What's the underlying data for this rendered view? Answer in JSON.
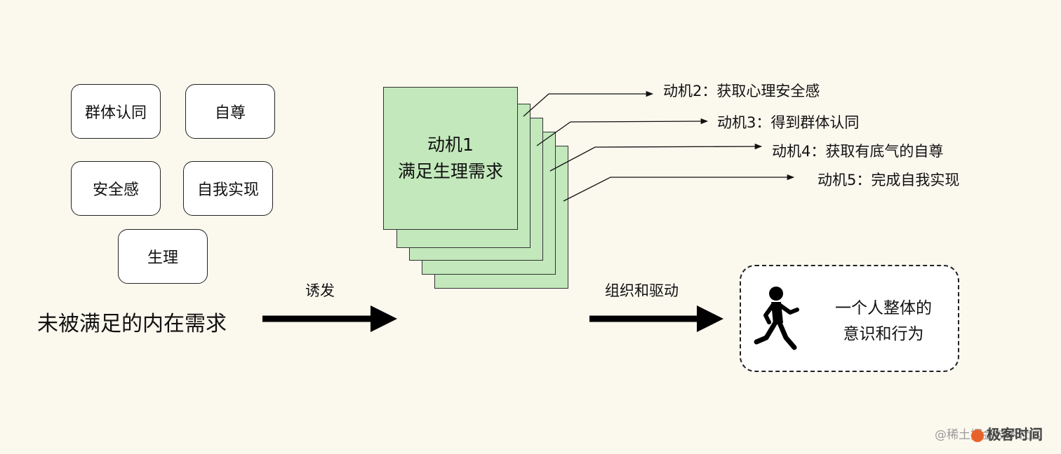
{
  "needs": {
    "group_identity": "群体认同",
    "self_esteem": "自尊",
    "security": "安全感",
    "self_actualization": "自我实现",
    "physiology": "生理"
  },
  "unmet_needs_label": "未被满足的内在需求",
  "trigger_label": "诱发",
  "organize_label": "组织和驱动",
  "main_card": {
    "line1": "动机1",
    "line2": "满足生理需求"
  },
  "motives": [
    "动机2：获取心理安全感",
    "动机3：得到群体认同",
    "动机4：获取有底气的自尊",
    "动机5：完成自我实现"
  ],
  "result": {
    "line1": "一个人整体的",
    "line2": "意识和行为",
    "icon": "running-person-icon"
  },
  "watermark": {
    "text": "@稀土掘金技术社区",
    "logo_text": "极客时间"
  },
  "colors": {
    "background": "#fbf8ee",
    "card_fill": "#c2e8bb",
    "logo_accent": "#e8632b"
  }
}
